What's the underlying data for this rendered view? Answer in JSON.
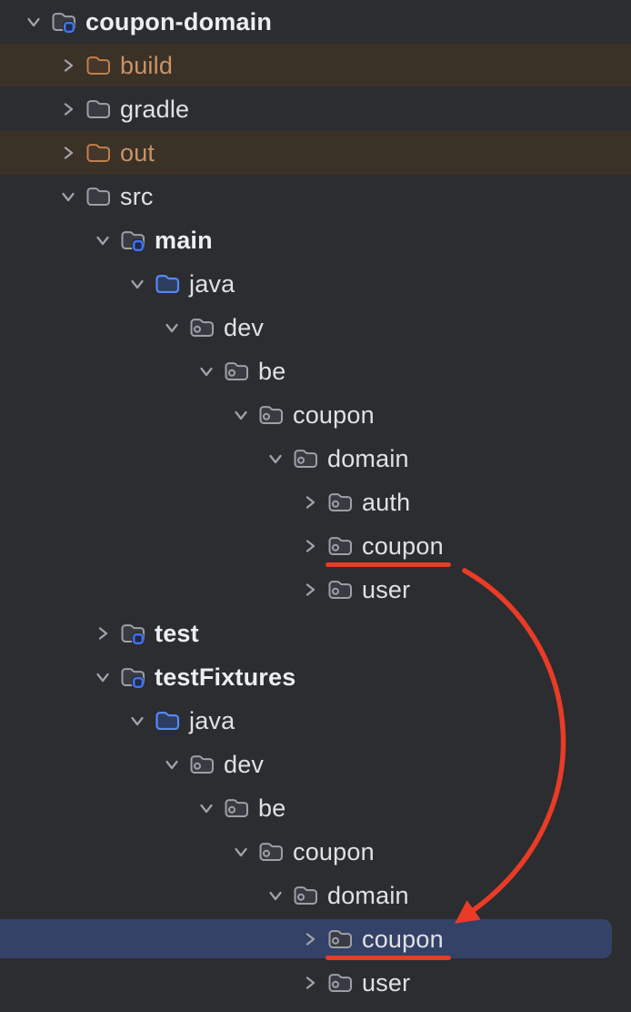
{
  "colors": {
    "background": "#2b2d30",
    "row_excluded_bg": "#3a3127",
    "row_selected_bg": "#344268",
    "text_normal": "#dfe1e5",
    "text_bold": "#eceef2",
    "text_excluded": "#c99367",
    "folder_stroke": "#9da0a6",
    "folder_fill": "#383b41",
    "excluded_folder_stroke": "#c0804f",
    "excluded_folder_fill": "#46372a",
    "source_root_stroke": "#548af7",
    "source_root_fill": "#2f3d60",
    "module_badge_stroke": "#3f74f5",
    "module_badge_fill": "#20294a",
    "chevron": "#9fa2a8",
    "annotation_red": "#e93b26"
  },
  "tree": {
    "rows": [
      {
        "label": "coupon-domain",
        "level": 0,
        "expanded": true,
        "icon": "module-folder-icon",
        "bold": true,
        "excluded": false,
        "selected": false,
        "underline": false
      },
      {
        "label": "build",
        "level": 1,
        "expanded": false,
        "icon": "folder-icon",
        "bold": false,
        "excluded": true,
        "selected": false,
        "underline": false
      },
      {
        "label": "gradle",
        "level": 1,
        "expanded": false,
        "icon": "folder-icon",
        "bold": false,
        "excluded": false,
        "selected": false,
        "underline": false
      },
      {
        "label": "out",
        "level": 1,
        "expanded": false,
        "icon": "folder-icon",
        "bold": false,
        "excluded": true,
        "selected": false,
        "underline": false
      },
      {
        "label": "src",
        "level": 1,
        "expanded": true,
        "icon": "folder-icon",
        "bold": false,
        "excluded": false,
        "selected": false,
        "underline": false
      },
      {
        "label": "main",
        "level": 2,
        "expanded": true,
        "icon": "module-folder-icon",
        "bold": true,
        "excluded": false,
        "selected": false,
        "underline": false
      },
      {
        "label": "java",
        "level": 3,
        "expanded": true,
        "icon": "source-root-folder-icon",
        "bold": false,
        "excluded": false,
        "selected": false,
        "underline": false
      },
      {
        "label": "dev",
        "level": 4,
        "expanded": true,
        "icon": "package-folder-icon",
        "bold": false,
        "excluded": false,
        "selected": false,
        "underline": false
      },
      {
        "label": "be",
        "level": 5,
        "expanded": true,
        "icon": "package-folder-icon",
        "bold": false,
        "excluded": false,
        "selected": false,
        "underline": false
      },
      {
        "label": "coupon",
        "level": 6,
        "expanded": true,
        "icon": "package-folder-icon",
        "bold": false,
        "excluded": false,
        "selected": false,
        "underline": false
      },
      {
        "label": "domain",
        "level": 7,
        "expanded": true,
        "icon": "package-folder-icon",
        "bold": false,
        "excluded": false,
        "selected": false,
        "underline": false
      },
      {
        "label": "auth",
        "level": 8,
        "expanded": false,
        "icon": "package-folder-icon",
        "bold": false,
        "excluded": false,
        "selected": false,
        "underline": false
      },
      {
        "label": "coupon",
        "level": 8,
        "expanded": false,
        "icon": "package-folder-icon",
        "bold": false,
        "excluded": false,
        "selected": false,
        "underline": true
      },
      {
        "label": "user",
        "level": 8,
        "expanded": false,
        "icon": "package-folder-icon",
        "bold": false,
        "excluded": false,
        "selected": false,
        "underline": false
      },
      {
        "label": "test",
        "level": 2,
        "expanded": false,
        "icon": "module-folder-icon",
        "bold": true,
        "excluded": false,
        "selected": false,
        "underline": false
      },
      {
        "label": "testFixtures",
        "level": 2,
        "expanded": true,
        "icon": "module-folder-icon",
        "bold": true,
        "excluded": false,
        "selected": false,
        "underline": false
      },
      {
        "label": "java",
        "level": 3,
        "expanded": true,
        "icon": "source-root-folder-icon",
        "bold": false,
        "excluded": false,
        "selected": false,
        "underline": false
      },
      {
        "label": "dev",
        "level": 4,
        "expanded": true,
        "icon": "package-folder-icon",
        "bold": false,
        "excluded": false,
        "selected": false,
        "underline": false
      },
      {
        "label": "be",
        "level": 5,
        "expanded": true,
        "icon": "package-folder-icon",
        "bold": false,
        "excluded": false,
        "selected": false,
        "underline": false
      },
      {
        "label": "coupon",
        "level": 6,
        "expanded": true,
        "icon": "package-folder-icon",
        "bold": false,
        "excluded": false,
        "selected": false,
        "underline": false
      },
      {
        "label": "domain",
        "level": 7,
        "expanded": true,
        "icon": "package-folder-icon",
        "bold": false,
        "excluded": false,
        "selected": false,
        "underline": false
      },
      {
        "label": "coupon",
        "level": 8,
        "expanded": false,
        "icon": "package-folder-icon",
        "bold": false,
        "excluded": false,
        "selected": true,
        "underline": true
      },
      {
        "label": "user",
        "level": 8,
        "expanded": false,
        "icon": "package-folder-icon",
        "bold": false,
        "excluded": false,
        "selected": false,
        "underline": false
      }
    ]
  },
  "annotation": {
    "type": "curved-arrow",
    "meaning": "points from main domain coupon package to testFixtures domain coupon package"
  }
}
